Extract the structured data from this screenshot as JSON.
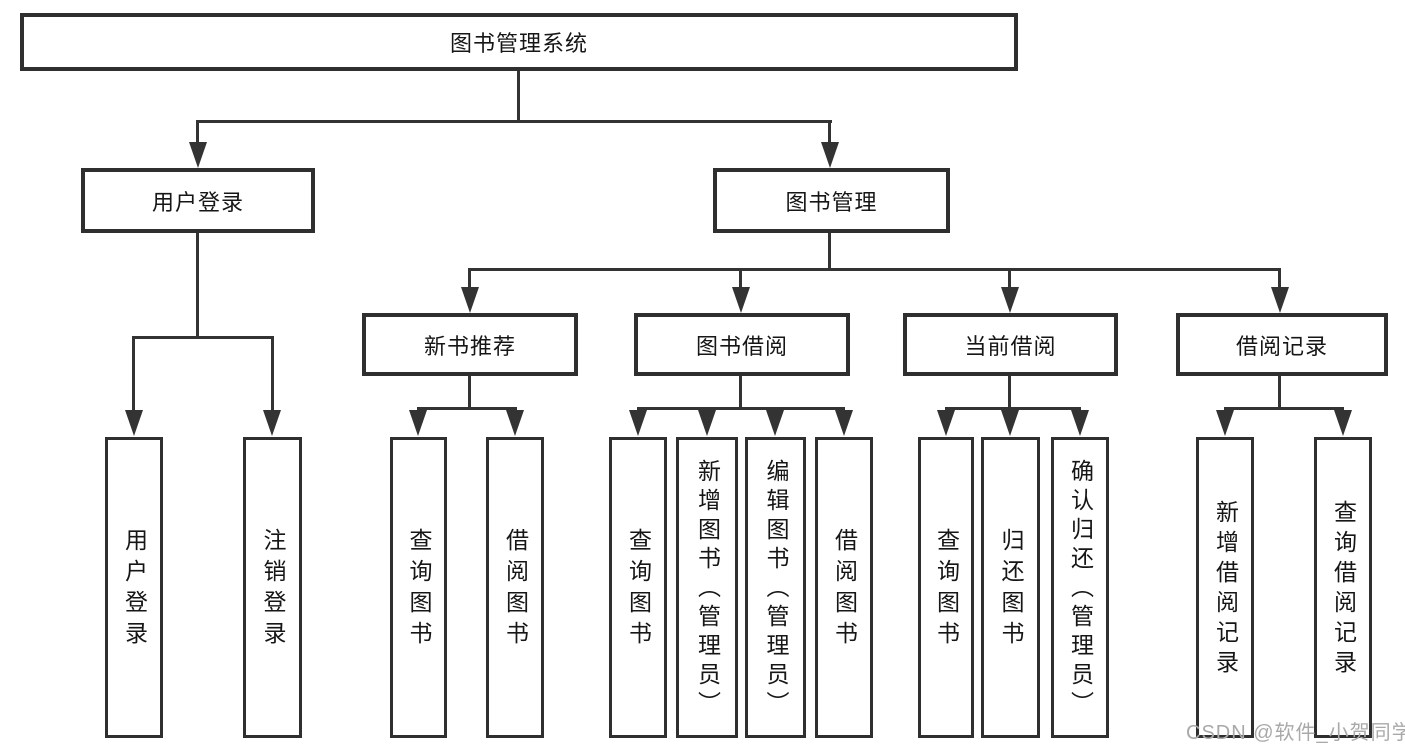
{
  "diagram": {
    "root": {
      "label": "图书管理系统"
    },
    "branches": [
      {
        "label": "用户登录",
        "children": [
          {
            "label": "用户登录"
          },
          {
            "label": "注销登录"
          }
        ]
      },
      {
        "label": "图书管理",
        "children": [
          {
            "label": "新书推荐",
            "children": [
              {
                "label": "查询图书"
              },
              {
                "label": "借阅图书"
              }
            ]
          },
          {
            "label": "图书借阅",
            "children": [
              {
                "label": "查询图书"
              },
              {
                "label": "新增图书（管理员）"
              },
              {
                "label": "编辑图书（管理员）"
              },
              {
                "label": "借阅图书"
              }
            ]
          },
          {
            "label": "当前借阅",
            "children": [
              {
                "label": "查询图书"
              },
              {
                "label": "归还图书"
              },
              {
                "label": "确认归还（管理员）"
              }
            ]
          },
          {
            "label": "借阅记录",
            "children": [
              {
                "label": "新增借阅记录"
              },
              {
                "label": "查询借阅记录"
              }
            ]
          }
        ]
      }
    ]
  },
  "watermark": {
    "text": "CSDN @软件_小贺同学"
  },
  "colors": {
    "line": "#333333",
    "box_border": "#2f2f2f",
    "text": "#161616",
    "watermark": "#a9a9a9",
    "background": "#ffffff"
  }
}
